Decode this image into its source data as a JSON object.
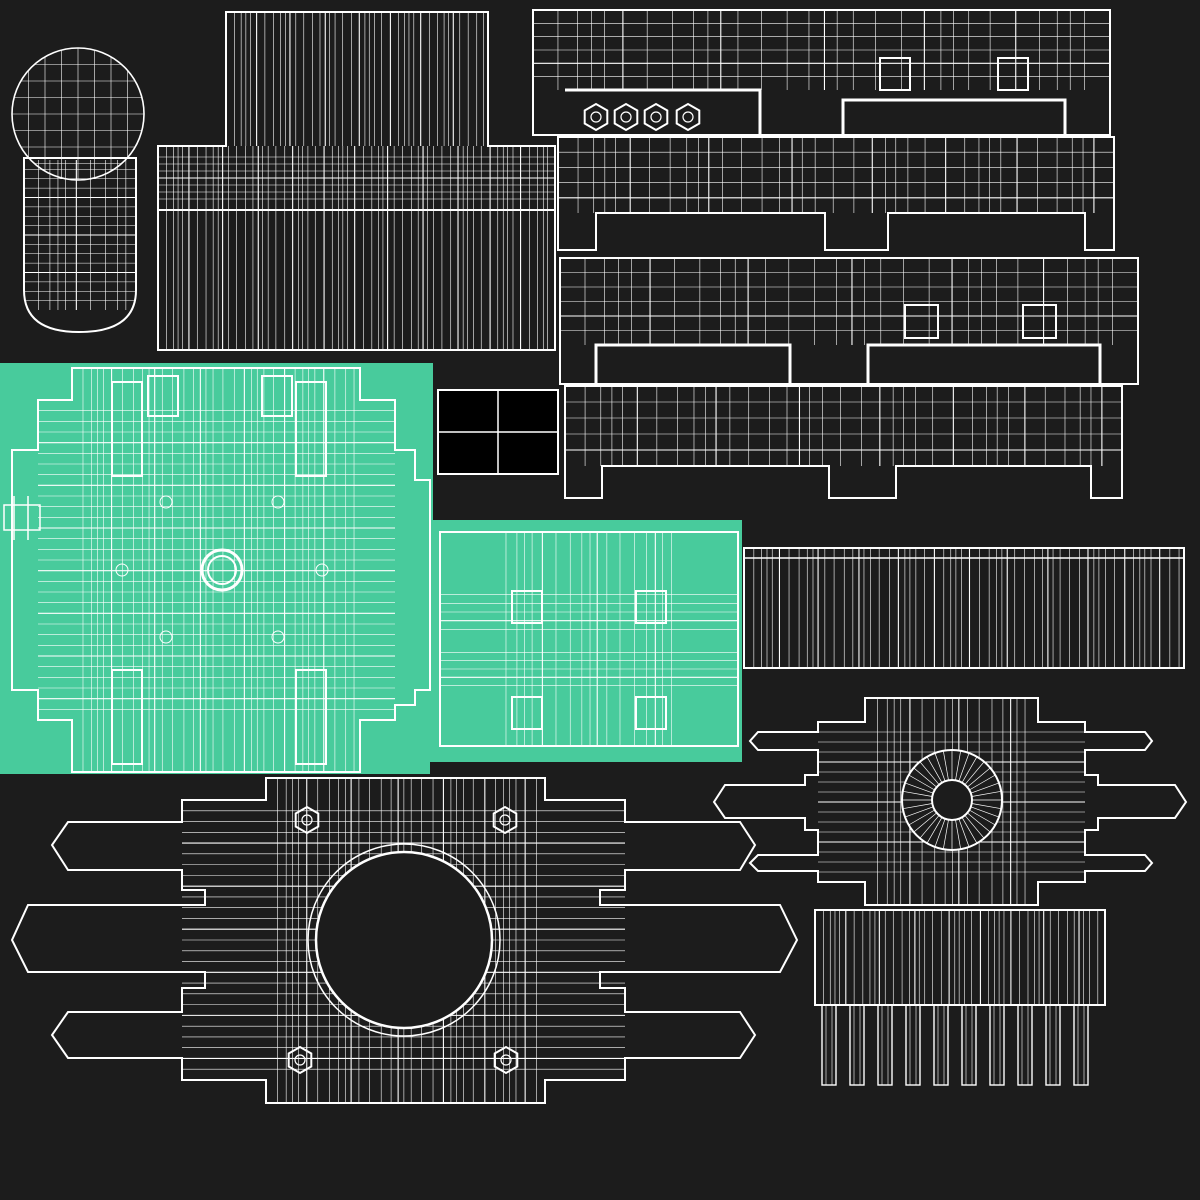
{
  "layout_view": {
    "kind": "uv-wireframe-layout",
    "text_labels": []
  },
  "colors": {
    "background": "#1c1c1c",
    "wire": "#ffffff",
    "selected_island_fill": "#48cb9c",
    "checker_fill": "#000000"
  },
  "islands": [
    {
      "name": "capsule-island",
      "selected": false
    },
    {
      "name": "stepped-strip-island",
      "selected": false
    },
    {
      "name": "rail-island-a",
      "selected": false
    },
    {
      "name": "rail-island-b",
      "selected": false
    },
    {
      "name": "rail-island-c",
      "selected": false
    },
    {
      "name": "rail-island-d",
      "selected": false
    },
    {
      "name": "housing-top-island",
      "selected": true
    },
    {
      "name": "checker-square",
      "selected": false
    },
    {
      "name": "housing-side-island",
      "selected": true
    },
    {
      "name": "long-strip-island",
      "selected": false
    },
    {
      "name": "fan-plate-island",
      "selected": false
    },
    {
      "name": "hub-plate-island",
      "selected": false
    },
    {
      "name": "pins-island",
      "selected": false
    }
  ]
}
